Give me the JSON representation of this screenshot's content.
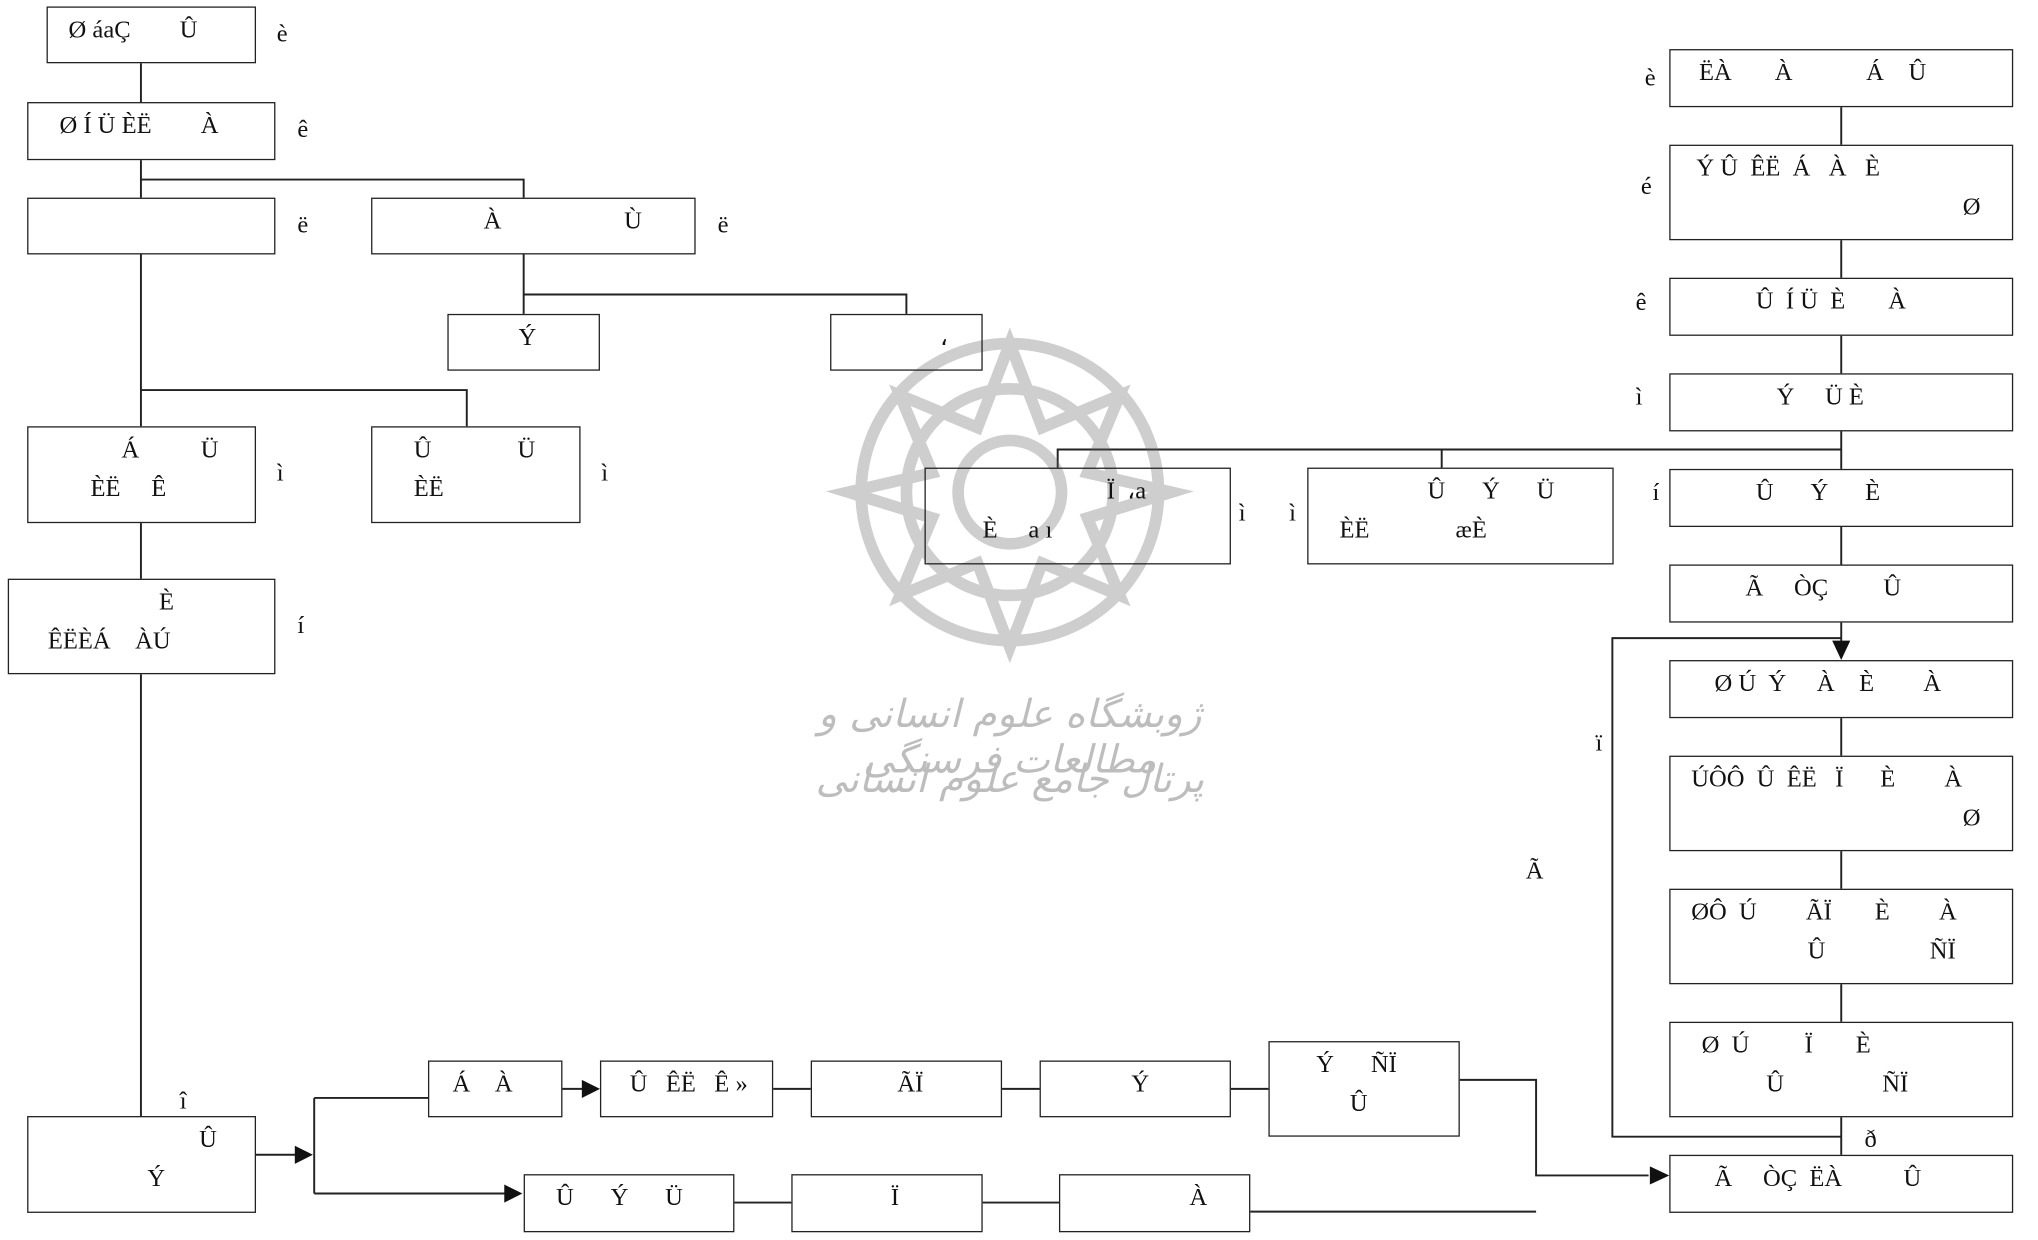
{
  "left_column": {
    "box1": {
      "text": "Ø áaÇ        Û",
      "number": "è"
    },
    "box2": {
      "text": "Ø Í Ü ÈË        À",
      "number": "ê"
    },
    "box3": {
      "text": "",
      "number": "ë"
    },
    "box4": {
      "text": "À                    Ù",
      "number": "ë"
    },
    "box5": {
      "text": "Ý"
    },
    "box6": {
      "text": "،"
    },
    "box7": {
      "line1": "Á          Ü",
      "line2": "ÈË     Ê",
      "number": "ì"
    },
    "box8": {
      "line1": "Û              Ü",
      "line2": "ÈË",
      "number": "ì"
    },
    "box9": {
      "line1": "È",
      "line2": "ÊËÈÁ    ÀÚ",
      "number": "í"
    },
    "box10": {
      "line1": "Û",
      "line2": "Ý",
      "number": "î"
    }
  },
  "middle": {
    "box11": {
      "line1": "Ï  ،a",
      "line2": "È     a ı",
      "number": "ì"
    },
    "box12": {
      "line1": "Û      Ý      Ü",
      "line2": "ÈË              æÈ",
      "number": "ì"
    }
  },
  "right_column": {
    "r1": {
      "text": "ËÀ       À            Á    Û",
      "number": "è"
    },
    "r2": {
      "line1": "Ý Û  ÊË  Á   À   È",
      "line2": "Ø",
      "number": "é"
    },
    "r3": {
      "text": "Û  Í Ü  È       À",
      "number": "ê"
    },
    "r4": {
      "text": "Ý     Ü È",
      "number": "ì"
    },
    "r5": {
      "text": "Û      Ý      È",
      "number": "í"
    },
    "r6": {
      "text": "Ã     ÒÇ         Û"
    },
    "r7": {
      "text": "Ø Ú  Ý     À    È        À"
    },
    "r8": {
      "line1": "ÚÔÔ  Û  ÊË   Ï      È        À",
      "line2": "Ø"
    },
    "r9": {
      "line1": "ØÔ  Ú        ÃÏ       È        À",
      "line2": "Û                 ÑÏ"
    },
    "r10": {
      "line1": "Ø  Ú         Ï       È",
      "line2": "Û                ÑÏ"
    },
    "r11": {
      "text": "Ã     ÒÇ  ËÀ          Û"
    }
  },
  "bottom_flow": {
    "top_path": [
      "Á    À",
      "Û   ÊË   Ê »",
      "ÃÏ",
      "Ý"
    ],
    "top_end": {
      "line1": "Ý      ÑÏ",
      "line2": "Û"
    },
    "bottom_path": [
      "Û      Ý      Ü",
      "Ï",
      "À"
    ]
  },
  "loop_labels": {
    "left_side": "ï",
    "middle": "Ã",
    "bottom": "ð"
  },
  "watermark": {
    "line1": "ژوبشگاه علوم انسانی و مطالعات فرسنگی",
    "line2": "پرتال جامع علوم انسانی"
  }
}
